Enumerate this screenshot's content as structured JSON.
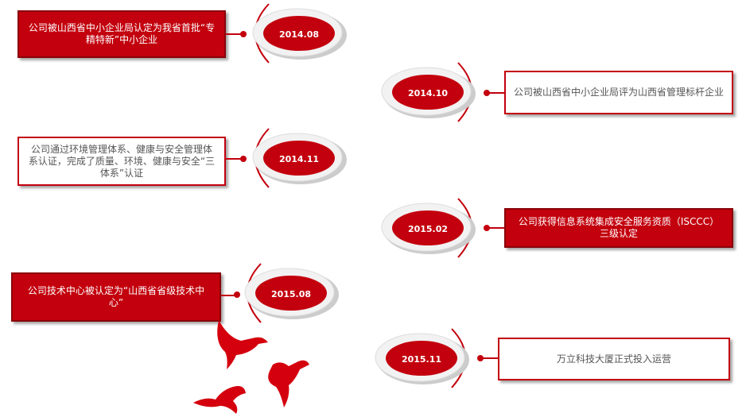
{
  "milestones": [
    {
      "date": "2014.08",
      "text": "公司被山西省中小企业局认定为我省首批“专精特新”中小企业"
    },
    {
      "date": "2014.10",
      "text": "公司被山西省中小企业局评为山西省管理标杆企业"
    },
    {
      "date": "2014.11",
      "text": "公司通过环境管理体系、健康与安全管理体系认证，完成了质量、环境、健康与安全“三体系”认证"
    },
    {
      "date": "2015.02",
      "text": "公司获得信息系统集成安全服务资质（ISCCC）三级认定"
    },
    {
      "date": "2015.08",
      "text": "公司技术中心被认定为“山西省省级技术中心”"
    },
    {
      "date": "2015.11",
      "text": "万立科技大厦正式投入运营"
    }
  ],
  "colors": {
    "primary": "#c3000d",
    "dark": "#8a0008",
    "light_text": "#555555"
  }
}
